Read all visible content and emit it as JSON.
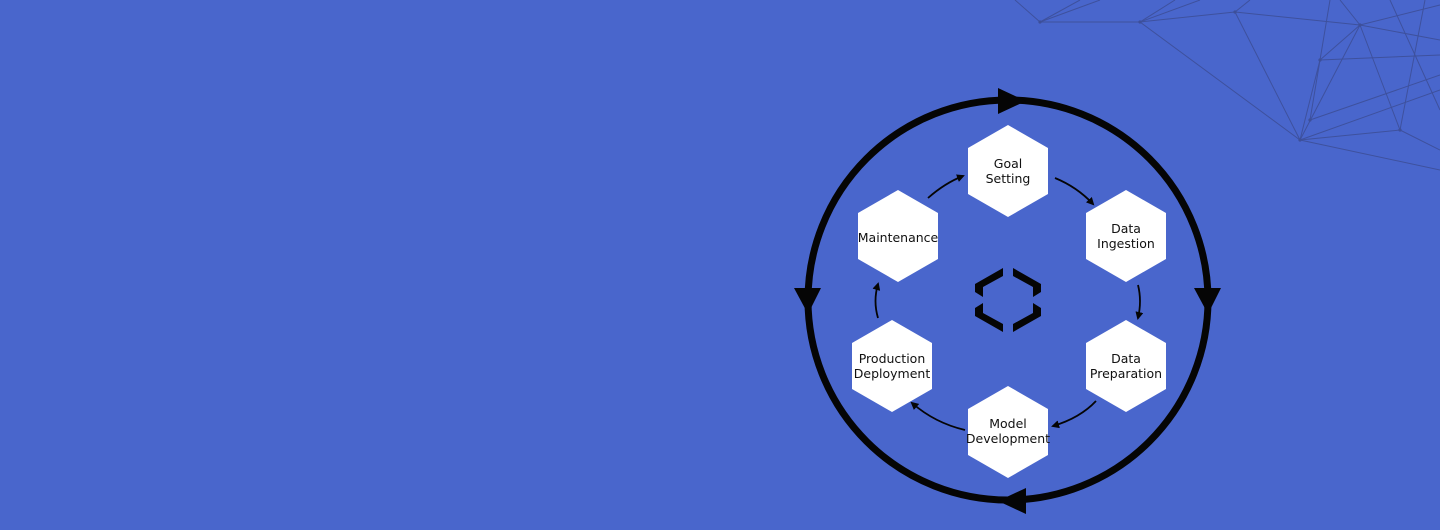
{
  "diagram": {
    "stages": {
      "goal_setting": [
        "Goal",
        "Setting"
      ],
      "data_ingestion": [
        "Data",
        "Ingestion"
      ],
      "data_preparation": [
        "Data",
        "Preparation"
      ],
      "model_development": [
        "Model",
        "Development"
      ],
      "production_deployment": [
        "Production",
        "Deployment"
      ],
      "maintenance": [
        "Maintenance"
      ]
    },
    "center_icon": "cube-logo-icon",
    "outer_cycle": "clockwise-arrow-ring",
    "colors": {
      "background": "#4966cc",
      "hexagon_fill": "#ffffff",
      "ring": "#050505",
      "text": "#111111",
      "mesh_lines": "#3d4f99"
    }
  }
}
